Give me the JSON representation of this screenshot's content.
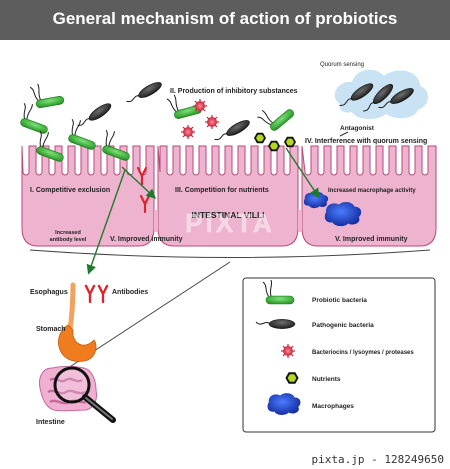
{
  "title": "General mechanism of action of probiotics",
  "mechanisms": {
    "production": "II. Production of inhibitory substances",
    "quorum_sensing": "Quorum sensing",
    "antagonist": "Antagonist",
    "interference": "IV. Interference with quorum sensing",
    "competitive_exclusion": "I. Competitive exclusion",
    "competition_nutrients": "III. Competition for nutrients",
    "macrophage_activity": "Increased macrophage activity",
    "antibody_line1": "Increased",
    "antibody_line2": "antibody level",
    "improved_immunity_left": "V. Improved immunity",
    "improved_immunity_right": "V. Improved immunity",
    "villi": "INTESTINAL VILLI"
  },
  "anatomy": {
    "esophagus": "Esophagus",
    "antibodies": "Antibodies",
    "stomach": "Stomach",
    "intestine": "Intestine"
  },
  "legend": {
    "items": [
      {
        "label": "Probiotic bacteria",
        "icon": "probiotic-bacteria-icon"
      },
      {
        "label": "Pathogenic bacteria",
        "icon": "pathogenic-bacteria-icon"
      },
      {
        "label": "Bacteriocins / lysoymes / proteases",
        "icon": "bacteriocin-icon"
      },
      {
        "label": "Nutrients",
        "icon": "nutrient-icon"
      },
      {
        "label": "Macrophages",
        "icon": "macrophage-icon"
      }
    ]
  },
  "watermark": "PIXTA",
  "footer": "pixta.jp - 128249650",
  "colors": {
    "villi": "#eeb4cf",
    "villi_outline": "#b9487a",
    "probiotic": "#33b32f",
    "pathogen": "#2a2a2a",
    "bacteriocin": "#d9344a",
    "nutrient": "#8fbd1a",
    "macrophage": "#1b3fc8",
    "antibody": "#d8262e",
    "arrow": "#1f7a2c",
    "stomach": "#ef7d1f"
  }
}
